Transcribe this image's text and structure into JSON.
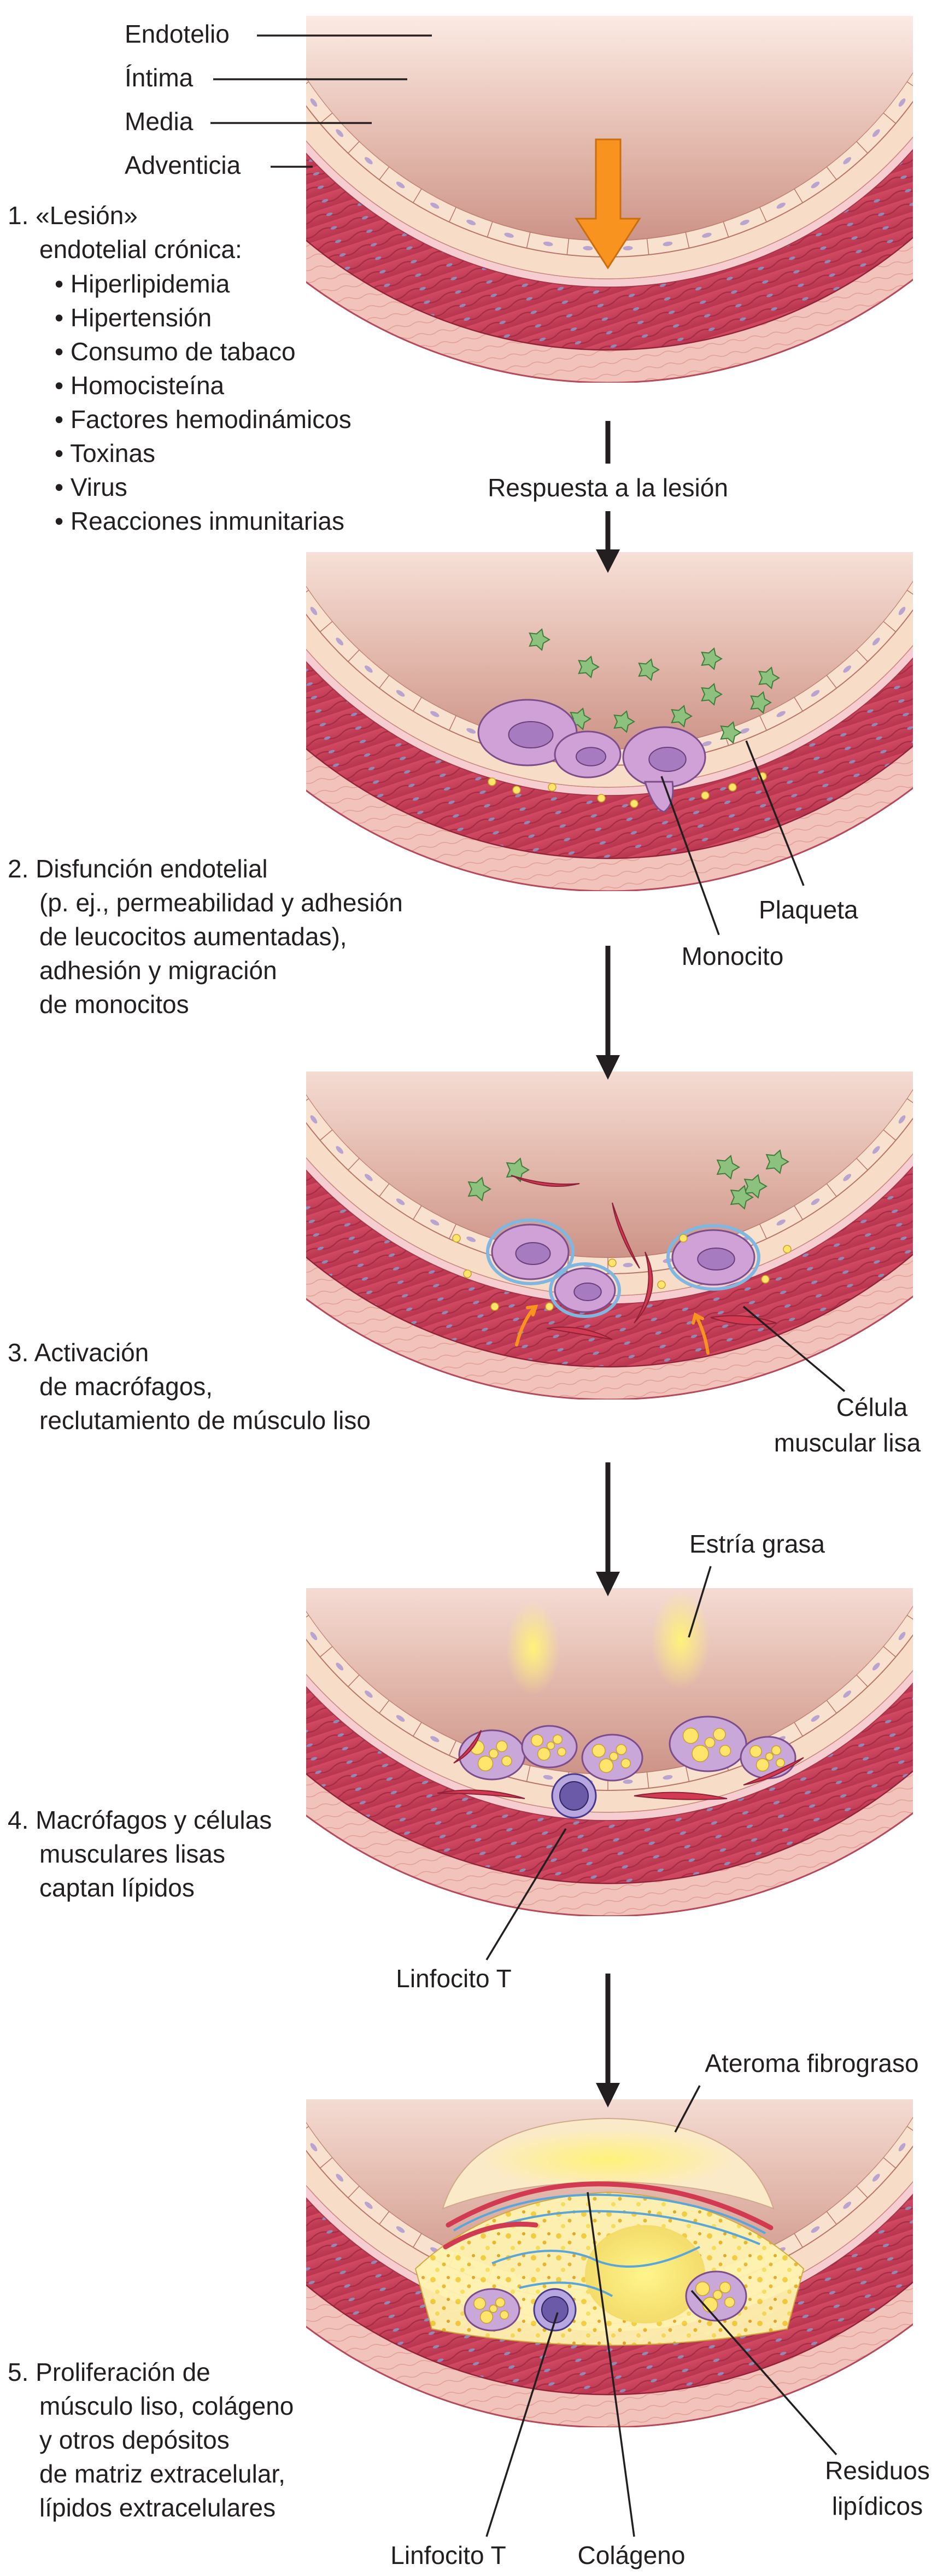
{
  "layer_labels": {
    "endothelium": "Endotelio",
    "intima": "Íntima",
    "media": "Media",
    "adventitia": "Adventicia"
  },
  "stage1": {
    "title_line1": "1. «Lesión»",
    "title_line2": "endotelial crónica:",
    "causes": [
      "Hiperlipidemia",
      "Hipertensión",
      "Consumo de tabaco",
      "Homocisteína",
      "Factores hemodinámicos",
      "Toxinas",
      "Virus",
      "Reacciones inmunitarias"
    ]
  },
  "flow_label": "Respuesta a la lesión",
  "stage2": {
    "lines": [
      "2. Disfunción endotelial",
      "(p. ej., permeabilidad y adhesión",
      "de leucocitos aumentadas),",
      "adhesión y migración",
      "de monocitos"
    ],
    "labels": {
      "platelet": "Plaqueta",
      "monocyte": "Monocito"
    }
  },
  "stage3": {
    "lines": [
      "3. Activación",
      "de macrófagos,",
      "reclutamiento de músculo liso"
    ],
    "label_smooth_muscle": [
      "Célula",
      "muscular lisa"
    ]
  },
  "stage4": {
    "lines": [
      "4. Macrófagos y células",
      "musculares lisas",
      "captan lípidos"
    ],
    "labels": {
      "fatty_streak": "Estría grasa",
      "t_cell": "Linfocito T"
    }
  },
  "stage5": {
    "lines": [
      "5. Proliferación de",
      "músculo liso, colágeno",
      "y otros depósitos",
      "de matriz extracelular,",
      "lípidos extracelulares"
    ],
    "labels": {
      "atheroma": "Ateroma fibrograso",
      "debris": [
        "Residuos",
        "lipídicos"
      ],
      "t_cell": "Linfocito T",
      "collagen": "Colágeno"
    }
  },
  "colors": {
    "adventitia": "#f3c6c0",
    "media": "#d9556a",
    "intima": "#f7dcc8",
    "endothelium": "#f9e1d0",
    "lumen": "#d8aa9c",
    "arrow_injury": "#f7931e",
    "platelet": "#8cc27d",
    "monocyte": "#cfa1d6",
    "lipid": "#ffe56b",
    "t_cell": "#6a5aa8",
    "collagen": "#5aa6d8"
  }
}
